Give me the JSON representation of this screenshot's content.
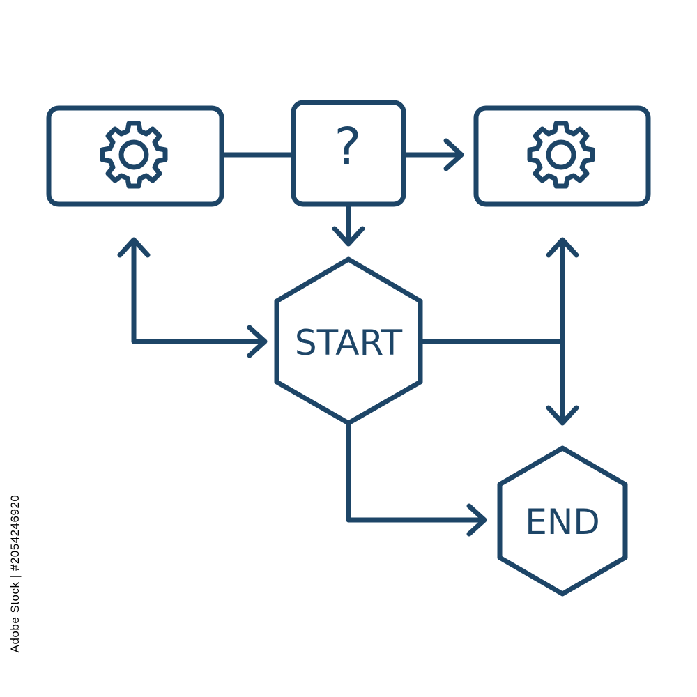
{
  "colors": {
    "stroke": "#1d4567",
    "background": "#ffffff",
    "watermark_text": "#000000"
  },
  "nodes": {
    "process_left": {
      "icon": "gear-icon"
    },
    "decision": {
      "icon": "question-mark-icon",
      "text": "?"
    },
    "process_right": {
      "icon": "gear-icon"
    },
    "start": {
      "text": "START"
    },
    "end": {
      "text": "END"
    }
  },
  "watermark": {
    "stock_id": "Adobe Stock | #2054246920"
  }
}
